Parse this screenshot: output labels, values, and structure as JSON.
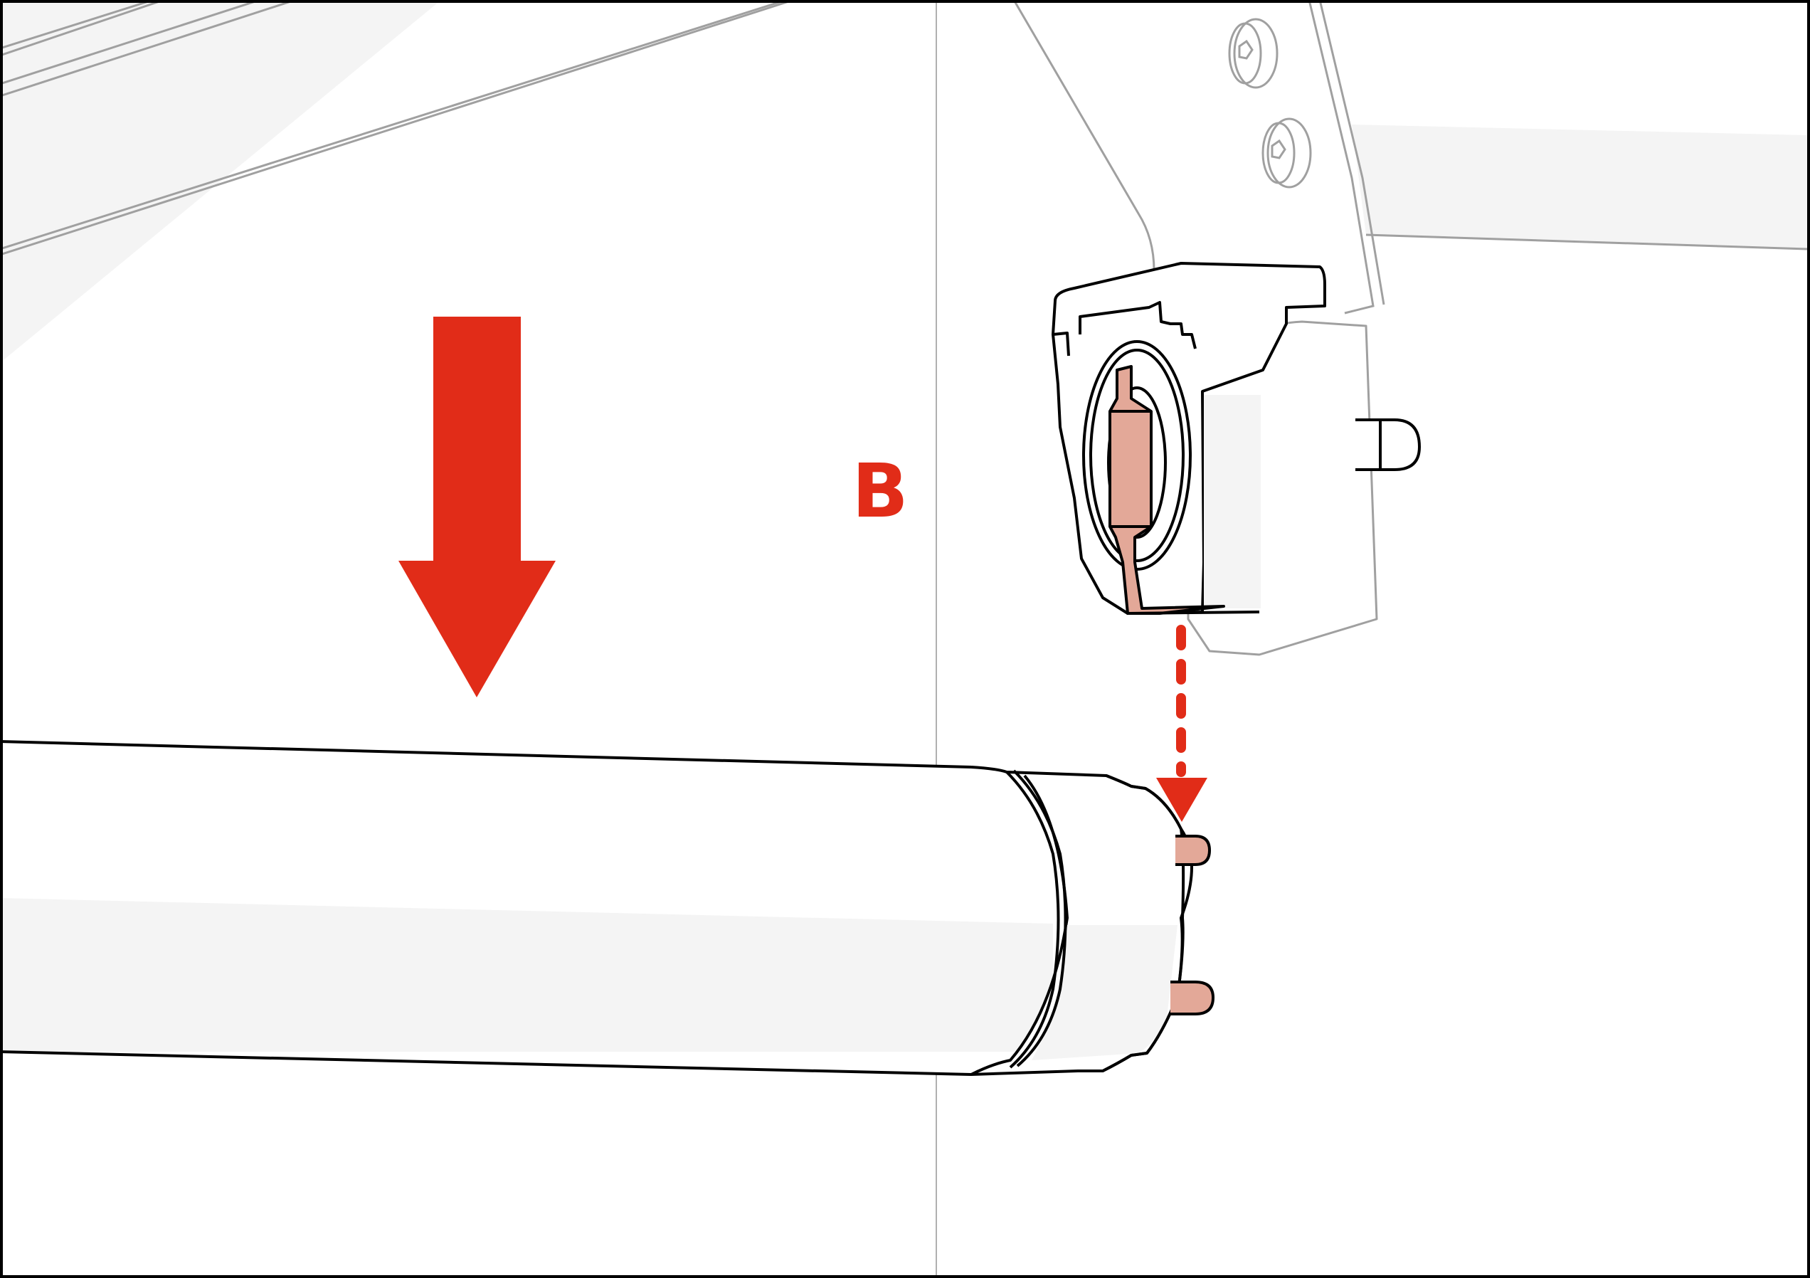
{
  "figure": {
    "step_label": "B",
    "description": "Installation step: lower fluorescent tube so its pins slide down into the lamp holder slot",
    "colors": {
      "accent_red": "#E12C18",
      "copper": "#E3A898",
      "outline": "#000000",
      "ghost_line": "#A0A0A0",
      "shade": "#F4F4F4",
      "background": "#FFFFFF"
    },
    "elements": {
      "big_arrow": {
        "direction": "down"
      },
      "dashed_arrow": {
        "direction": "down",
        "style": "dashed"
      },
      "tube": {
        "pins": 2
      },
      "lamp_holder": {
        "slot": "vertical"
      }
    }
  }
}
